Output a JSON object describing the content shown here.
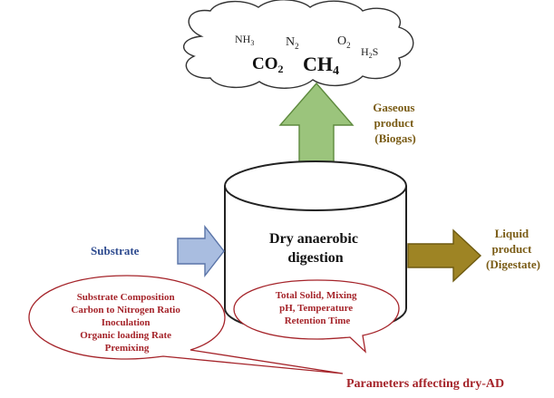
{
  "gases": {
    "nh3": {
      "base": "NH",
      "sub": "3"
    },
    "n2": {
      "base": "N",
      "sub": "2"
    },
    "o2": {
      "base": "O",
      "sub": "2"
    },
    "h2s": {
      "base": "H",
      "sub": "2",
      "tail": "S"
    },
    "co2": {
      "base": "CO",
      "sub": "2"
    },
    "ch4": {
      "base": "CH",
      "sub": "4"
    }
  },
  "gaseous_product": [
    "Gaseous",
    "product",
    "(Biogas)"
  ],
  "digester": [
    "Dry anaerobic",
    "digestion"
  ],
  "substrate": "Substrate",
  "liquid_product": [
    "Liquid",
    "product",
    "(Digestate)"
  ],
  "inner_params": [
    "Total Solid, Mixing",
    "pH, Temperature",
    "Retention Time"
  ],
  "outer_params": [
    "Substrate Composition",
    "Carbon to Nitrogen Ratio",
    "Inoculation",
    "Organic loading Rate",
    "Premixing"
  ],
  "parameters_title": "Parameters affecting dry-AD",
  "colors": {
    "gas_arrow_fill": "#9bc47c",
    "gas_arrow_stroke": "#5e8a3e",
    "substrate_arrow_fill": "#a9bde0",
    "substrate_arrow_stroke": "#5a74a8",
    "liquid_arrow_fill": "#9e8424",
    "liquid_arrow_stroke": "#6e5a10",
    "brown_text": "#7a5c16",
    "blue_text": "#2e4b8f",
    "red_text": "#a5242a",
    "bubble_stroke": "#a5242a"
  }
}
